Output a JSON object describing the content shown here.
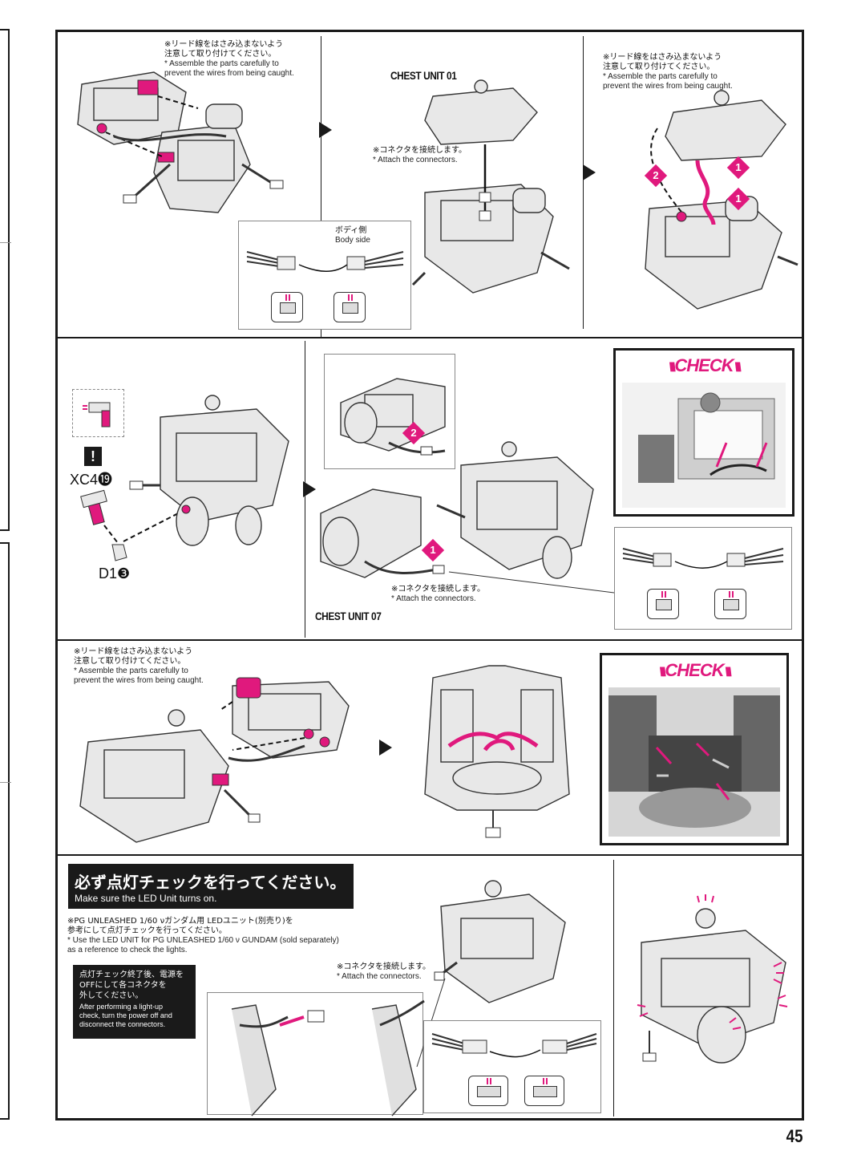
{
  "page_number": "45",
  "colors": {
    "accent": "#e0197d",
    "ink": "#1a1a1a"
  },
  "step1": {
    "note_jp": "※リード線をはさみ込まないよう\n注意して取り付けてください。",
    "note_en": "* Assemble the parts carefully to\nprevent the wires from being caught.",
    "chest_unit_label": "CHEST UNIT 01",
    "connector_note_jp": "※コネクタを接続します。",
    "connector_note_en": "* Attach the connectors.",
    "body_side_jp": "ボディ側",
    "body_side_en": "Body side",
    "right_note_jp": "※リード線をはさみ込まないよう\n注意して取り付けてください。",
    "right_note_en": "* Assemble the parts carefully to\nprevent the wires from being caught.",
    "badges": [
      "1",
      "2",
      "1"
    ]
  },
  "step2": {
    "part_a": "XC4",
    "part_a_num": "⓳",
    "part_b": "D1",
    "part_b_num": "❸",
    "warning_icon": "exclamation-icon",
    "chest_unit_label": "CHEST UNIT 07",
    "connector_note_jp": "※コネクタを接続します。",
    "connector_note_en": "* Attach the connectors.",
    "check_title": "CHECK",
    "badges": [
      "2",
      "1"
    ]
  },
  "step3": {
    "note_jp": "※リード線をはさみ込まないよう\n注意して取り付けてください。",
    "note_en": "* Assemble the parts carefully to\nprevent the wires from being caught.",
    "check_title": "CHECK"
  },
  "step4": {
    "banner_jp": "必ず点灯チェックを行ってください。",
    "banner_en": "Make sure the LED Unit turns on.",
    "ref_note_jp": "※PG UNLEASHED 1/60 νガンダム用 LEDユニット(別売り)を\n参考にして点灯チェックを行ってください。",
    "ref_note_en": "* Use the LED UNIT for PG UNLEASHED 1/60 ν GUNDAM (sold separately)\nas a reference to check the lights.",
    "after_jp": "点灯チェック終了後、電源を\nOFFにして各コネクタを\n外してください。",
    "after_en": "After performing a light-up\ncheck, turn the power off and\ndisconnect the connectors.",
    "connector_note_jp": "※コネクタを接続します。",
    "connector_note_en": "* Attach the connectors."
  }
}
